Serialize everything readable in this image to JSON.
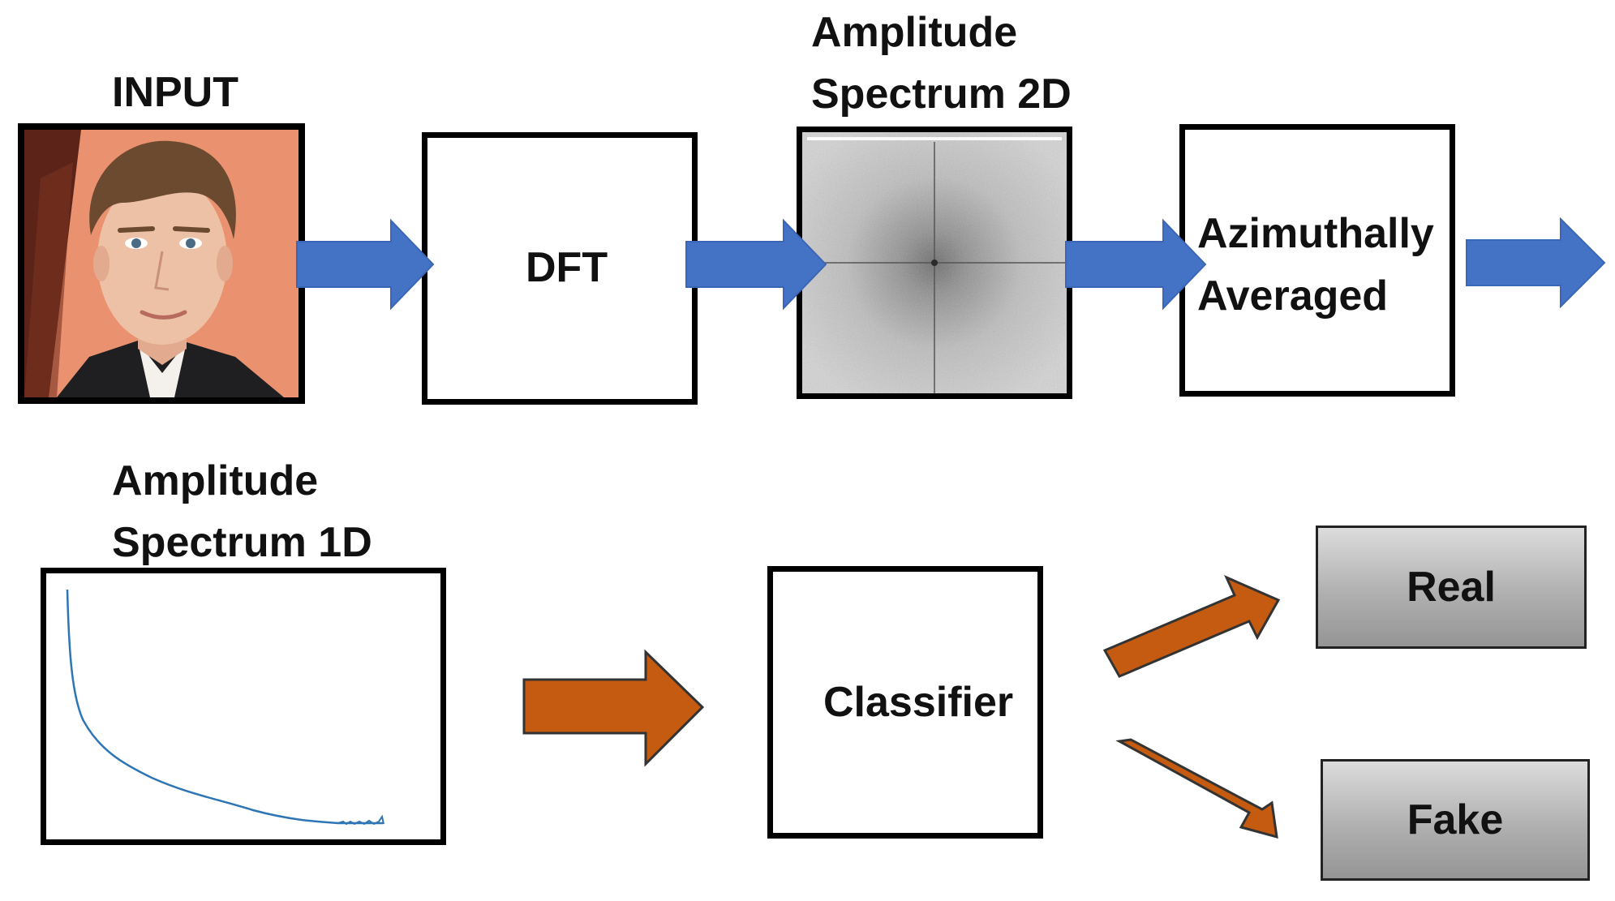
{
  "input_label": "INPUT",
  "dft": {
    "label": "DFT"
  },
  "spectrum_2d": {
    "label_line1": "Amplitude",
    "label_line2": "Spectrum 2D"
  },
  "azimuthal": {
    "line1": "Azimuthally",
    "line2": "Averaged"
  },
  "spectrum_1d": {
    "label_line1": "Amplitude",
    "label_line2": "Spectrum 1D"
  },
  "classifier": {
    "label": "Classifier"
  },
  "outputs": {
    "real": "Real",
    "fake": "Fake"
  },
  "colors": {
    "blue_arrow": "#4472C4",
    "orange_arrow": "#C55A11",
    "curve": "#2E75B6"
  }
}
